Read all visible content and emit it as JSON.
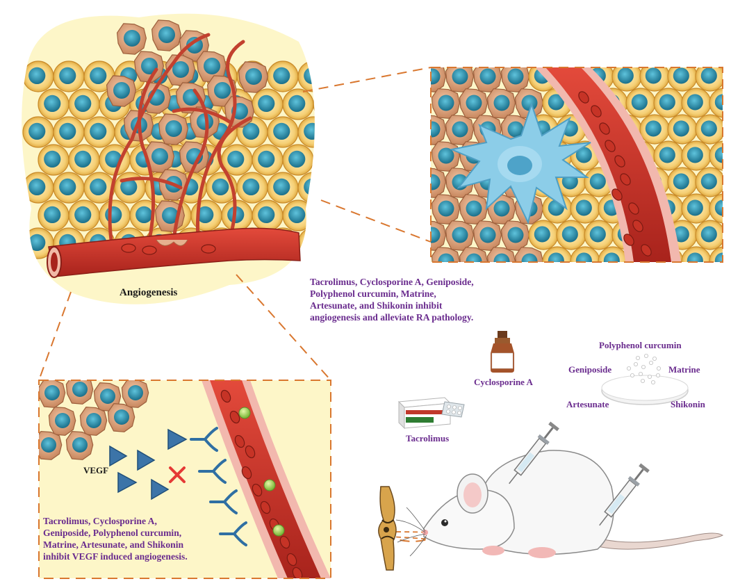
{
  "labels": {
    "angiogenesis": "Angiogenesis",
    "summary": "Tacrolimus, Cyclosporine A, Geniposide, Polyphenol curcumin, Matrine, Artesunate, and Shikonin inhibit angiogenesis and alleviate RA pathology.",
    "vegf_summary": "Tacrolimus, Cyclosporine A, Geniposide, Polyphenol curcumin, Matrine, Artesunate, and Shikonin inhibit VEGF induced angiogenesis.",
    "vegf": "VEGF"
  },
  "drugs": {
    "polyphenol_curcumin": "Polyphenol curcumin",
    "geniposide": "Geniposide",
    "matrine": "Matrine",
    "artesunate": "Artesunate",
    "shikonin": "Shikonin",
    "cyclosporine_a": "Cyclosporine A",
    "tacrolimus": "Tacrolimus"
  },
  "colors": {
    "label_purple": "#6a2c8e",
    "dashed_line": "#d9772f",
    "vessel_red": "#c62828",
    "panel_yellow": "#fdf6c8",
    "nucleus_teal": "#1f7f99",
    "cell_yellow": "#f1c462",
    "inhibit_x": "#e53935"
  }
}
